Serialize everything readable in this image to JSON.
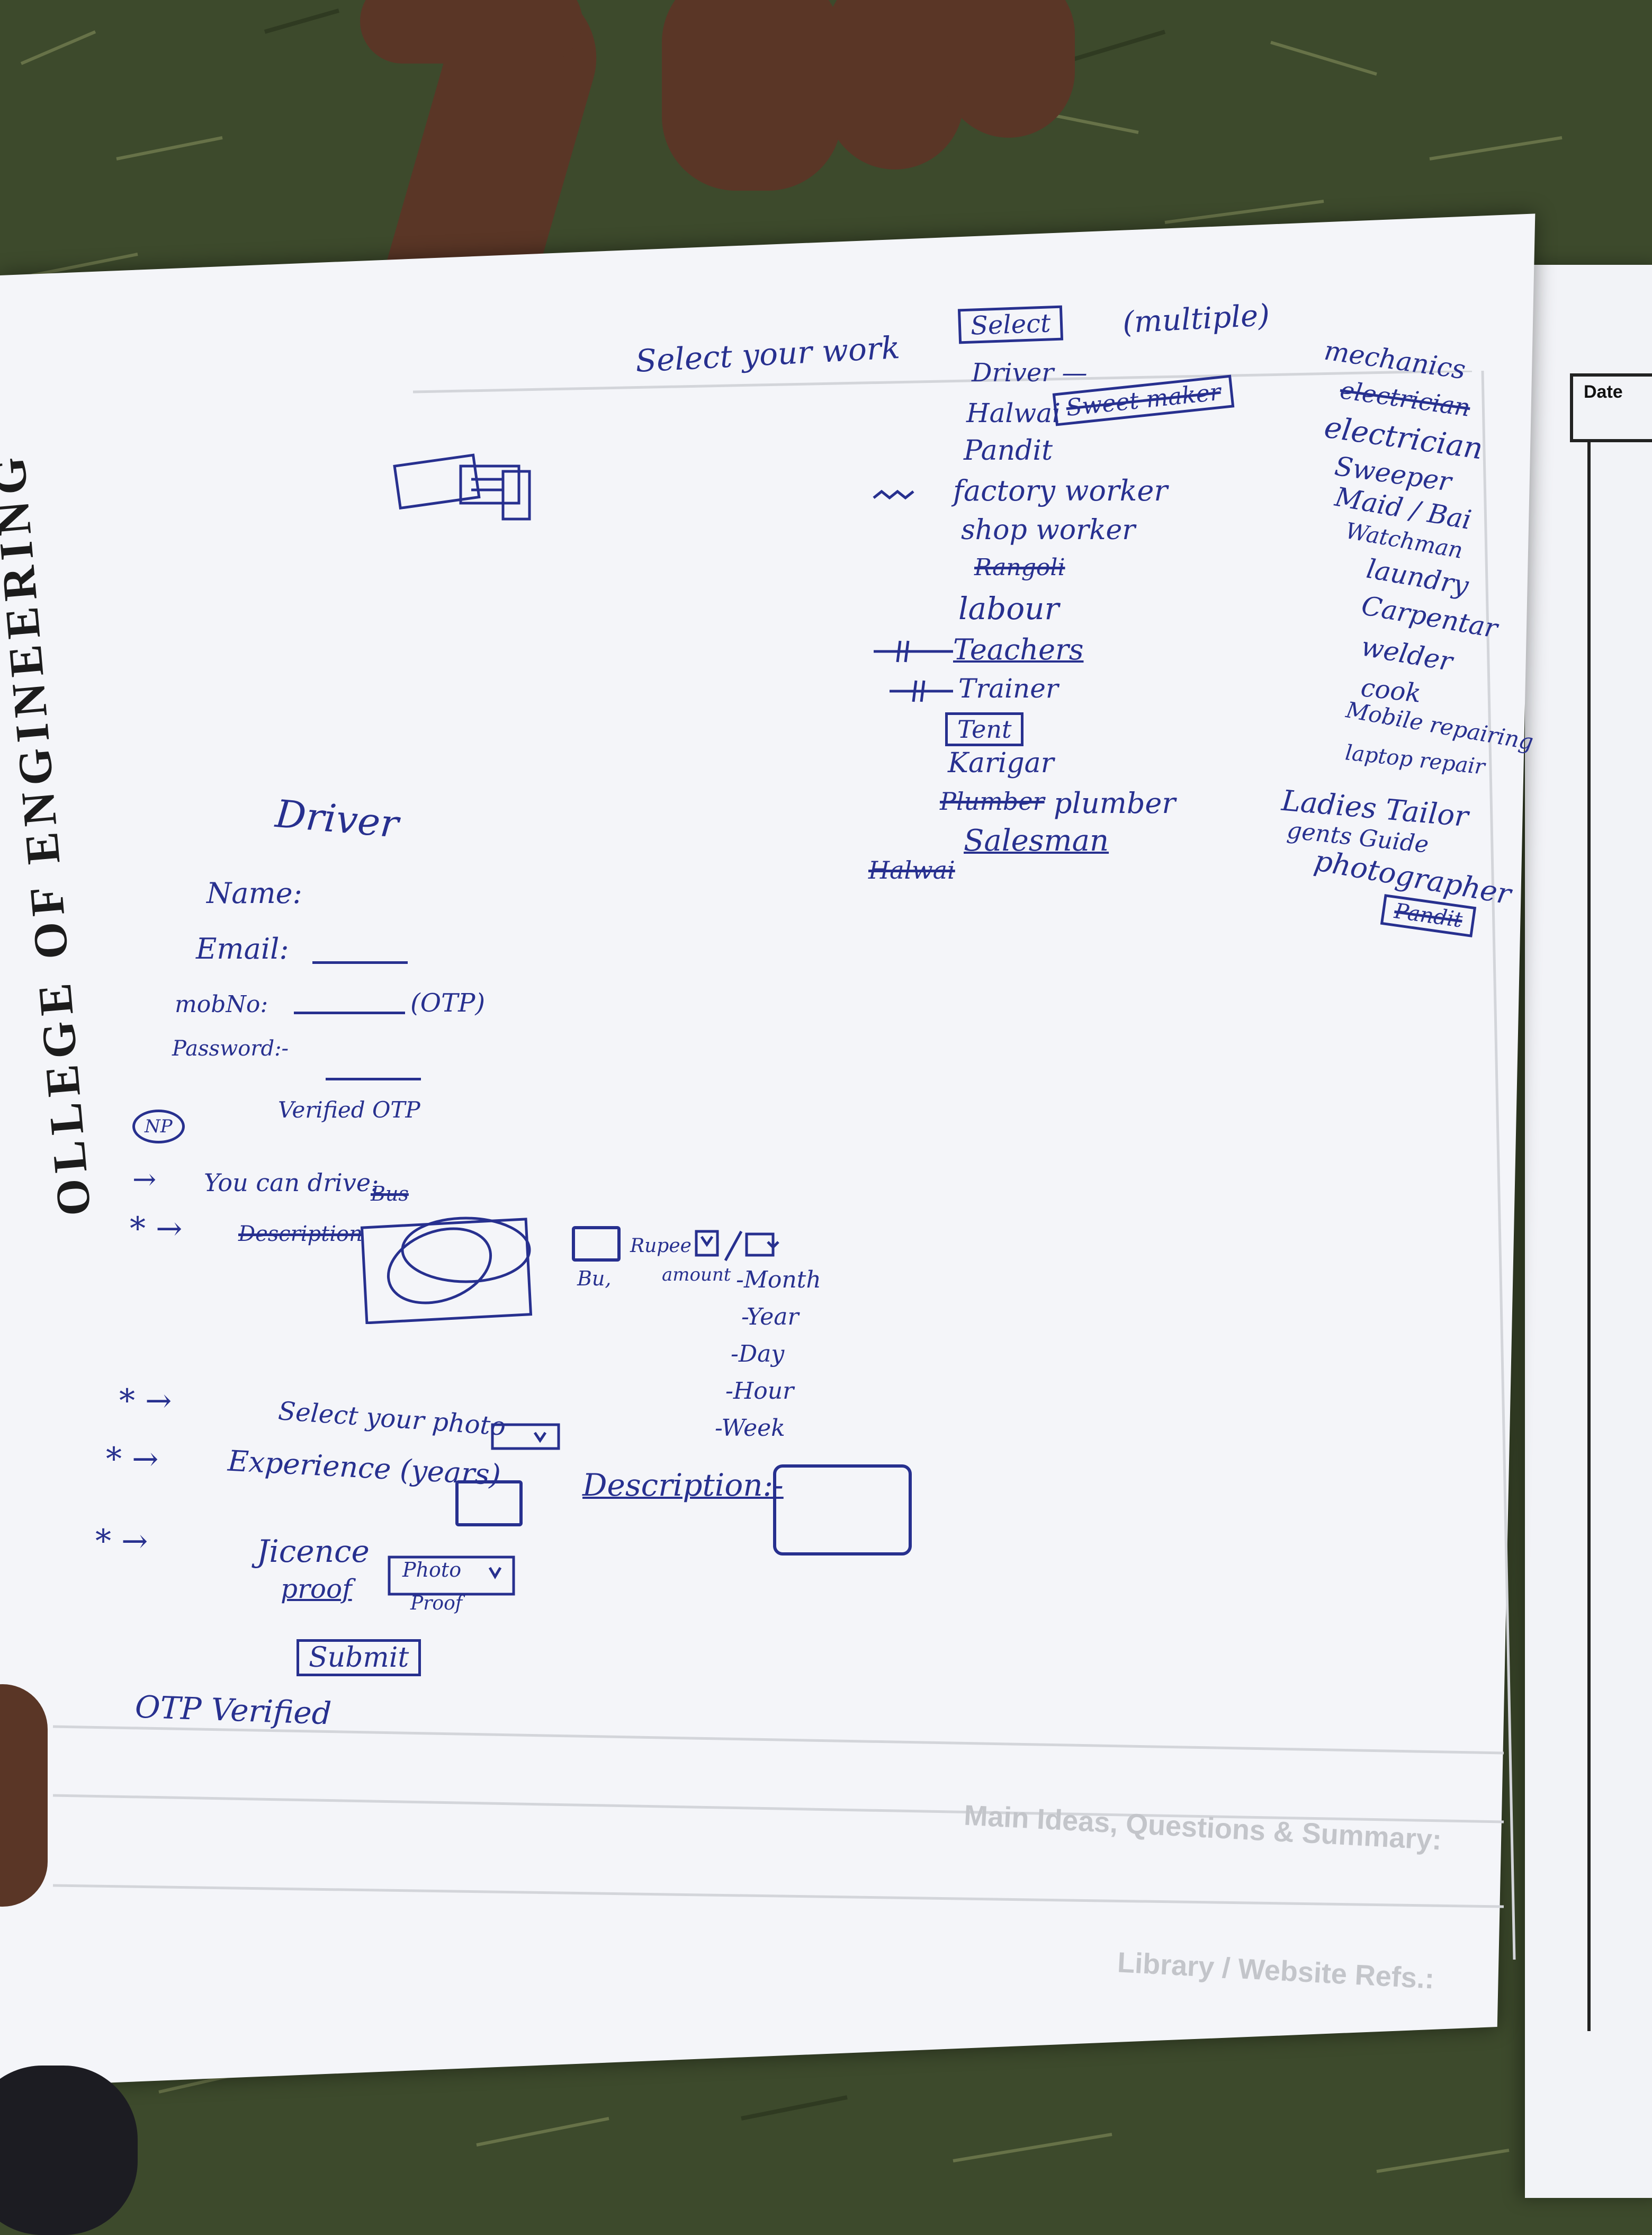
{
  "colors": {
    "ink": "#27308f",
    "paper": "#f4f5f9",
    "grass": "#3d4a2c"
  },
  "binding_text": "OLLEGE OF ENGINEERING",
  "printed": {
    "date_header": "Date",
    "section_main_ideas": "Main Ideas, Questions & Summary:",
    "section_library": "Library / Website Refs.:"
  },
  "top": {
    "select_prompt": "Select your work",
    "select_box": "Select",
    "multiple_note": "(multiple)"
  },
  "work_list_center": [
    "Driver —",
    "Halwai",
    "Sweet maker",
    "Pandit",
    "factory worker",
    "shop worker",
    "Rangoli",
    "labour",
    "Teachers",
    "Trainer",
    "Tent",
    "Karigar",
    "Plumber",
    "plumber",
    "Salesman",
    "Halwai"
  ],
  "work_list_right": [
    "mechanics",
    "electrician",
    "electrician",
    "Sweeper",
    "Maid / Bai",
    "Watchman",
    "laundry",
    "Carpentar",
    "welder",
    "cook",
    "Mobile repairing",
    "laptop repair",
    "Ladies Tailor",
    "gents Guide",
    "photographer",
    "Pandit"
  ],
  "form": {
    "heading": "Driver",
    "name_label": "Name:",
    "email_label": "Email:",
    "mob_label": "mobNo:",
    "otp_note": "(OTP)",
    "password_label": "Password:-",
    "verified_otp": "Verified OTP",
    "np_badge": "NP",
    "can_drive_label": "You can drive:",
    "can_drive_value": "Bus",
    "description_struck": "Description",
    "rupee_label": "Rupee",
    "bus_label": "Bu,",
    "amount_label": "amount",
    "periods": [
      "-Month",
      "-Year",
      "-Day",
      "-Hour",
      "-Week"
    ],
    "select_photo": "Select your photo",
    "experience": "Experience (years)",
    "description_label": "Description:-",
    "licence": "Jicence",
    "proof": "proof",
    "photo_proof_top": "Photo",
    "photo_proof_bottom": "Proof",
    "submit": "Submit",
    "otp_verified": "OTP Verified"
  }
}
